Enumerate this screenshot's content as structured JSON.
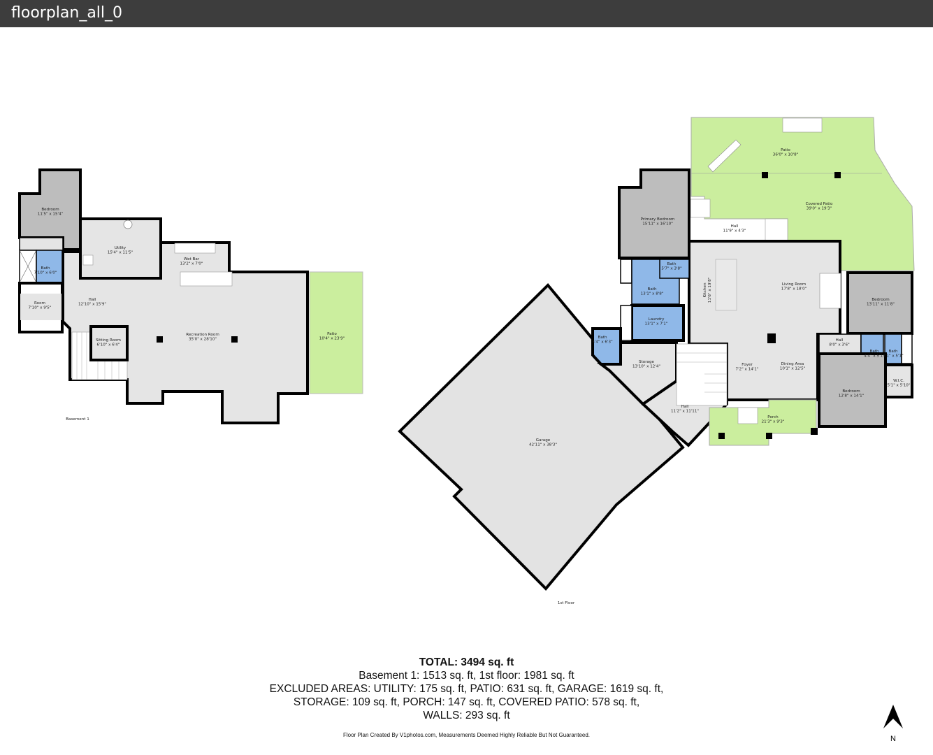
{
  "window": {
    "title": "floorplan_all_0"
  },
  "colors": {
    "wall": "#000000",
    "room_gray": "#bdbdbd",
    "room_light": "#e5e5e5",
    "bath_blue": "#8fb8e8",
    "outdoor_green": "#cbee9e",
    "titlebar": "#3d3d3d"
  },
  "basement": {
    "label": "Basement 1",
    "rooms": [
      {
        "name": "Bedroom",
        "dims": "11'5\" x 15'4\""
      },
      {
        "name": "Utility",
        "dims": "15'4\" x 11'5\""
      },
      {
        "name": "Wet Bar",
        "dims": "13'2\" x 7'0\""
      },
      {
        "name": "Bath",
        "dims": "7'10\" x 6'0\""
      },
      {
        "name": "Room",
        "dims": "7'10\" x 9'5\""
      },
      {
        "name": "Hall",
        "dims": "12'10\" x 15'9\""
      },
      {
        "name": "Sitting Room",
        "dims": "6'10\" x 6'4\""
      },
      {
        "name": "Recreation Room",
        "dims": "35'0\" x 28'10\""
      },
      {
        "name": "Patio",
        "dims": "10'4\" x 23'9\""
      }
    ]
  },
  "first_floor": {
    "label": "1st Floor",
    "rooms": [
      {
        "name": "Patio",
        "dims": "36'0\" x 10'8\""
      },
      {
        "name": "Covered Patio",
        "dims": "39'0\" x 19'3\""
      },
      {
        "name": "Primary Bedroom",
        "dims": "15'11\" x 16'10\""
      },
      {
        "name": "Hall",
        "dims": "11'9\" x 4'3\""
      },
      {
        "name": "Bath",
        "dims": "5'7\" x 3'8\""
      },
      {
        "name": "Bath",
        "dims": "13'1\" x 8'8\""
      },
      {
        "name": "Living Room",
        "dims": "17'8\" x 18'0\""
      },
      {
        "name": "Bedroom",
        "dims": "13'11\" x 11'8\""
      },
      {
        "name": "Laundry",
        "dims": "13'1\" x 7'1\""
      },
      {
        "name": "Bath",
        "dims": "5'4\" x 6'3\""
      },
      {
        "name": "Storage",
        "dims": "13'10\" x 12'4\""
      },
      {
        "name": "Foyer",
        "dims": "7'2\" x 14'1\""
      },
      {
        "name": "Dining Area",
        "dims": "10'1\" x 12'5\""
      },
      {
        "name": "Hall",
        "dims": "8'0\" x 3'6\""
      },
      {
        "name": "Bath",
        "dims": "4'4\" x 5'1\""
      },
      {
        "name": "Bath",
        "dims": "5'1\" x 5'1\""
      },
      {
        "name": "W.I.C.",
        "dims": "5'1\" x 5'10\""
      },
      {
        "name": "Bedroom",
        "dims": "12'8\" x 14'1\""
      },
      {
        "name": "Hall",
        "dims": "11'2\" x 11'11\""
      },
      {
        "name": "Porch",
        "dims": "21'3\" x 9'3\""
      },
      {
        "name": "Garage",
        "dims": "42'11\" x 38'3\""
      }
    ],
    "kitchen": {
      "name": "Kitchen",
      "dims": "11'6\" x 19'8\""
    }
  },
  "summary": {
    "total": "TOTAL: 3494 sq. ft",
    "line1": "Basement 1: 1513 sq. ft, 1st floor: 1981 sq. ft",
    "line2": "EXCLUDED AREAS: UTILITY: 175 sq. ft, PATIO: 631 sq. ft, GARAGE: 1619 sq. ft,",
    "line3": "STORAGE: 109 sq. ft, PORCH: 147 sq. ft, COVERED PATIO: 578 sq. ft,",
    "line4": "WALLS: 293 sq. ft"
  },
  "footnote": "Floor Plan Created By V1photos.com, Measurements Deemed Highly Reliable But Not Guaranteed.",
  "compass": {
    "icon": "north-arrow-icon",
    "label": "N"
  }
}
